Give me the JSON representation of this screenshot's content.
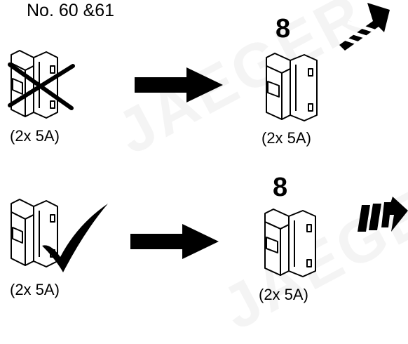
{
  "header": {
    "title": "No. 60 &61"
  },
  "watermark": {
    "text": "JAEGER"
  },
  "top_row": {
    "left": {
      "label": "(2x 5A)",
      "status": "removed",
      "icon": "cross-mark-icon"
    },
    "right": {
      "number": "8",
      "label": "(2x 5A)",
      "icon": "exit-arrow-up-icon"
    }
  },
  "bottom_row": {
    "left": {
      "label": "(2x 5A)",
      "status": "kept",
      "icon": "check-mark-icon"
    },
    "right": {
      "number": "8",
      "label": "(2x 5A)",
      "icon": "exit-arrow-right-icon"
    }
  },
  "colors": {
    "ink": "#000000",
    "paper": "#ffffff"
  }
}
